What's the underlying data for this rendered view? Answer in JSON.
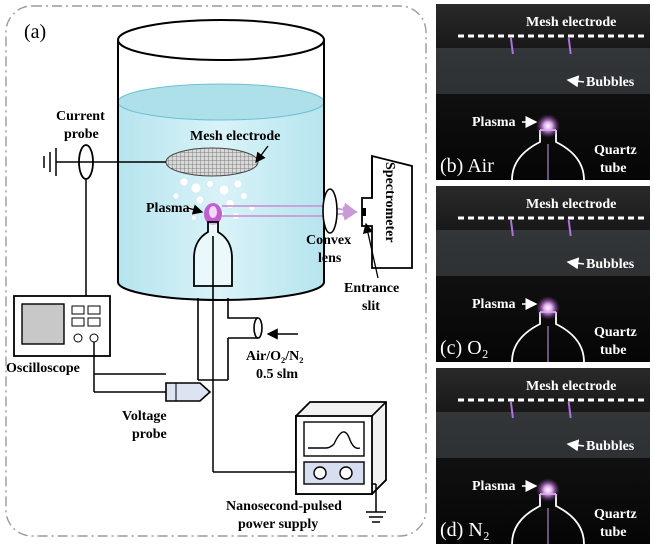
{
  "panel_a": {
    "label": "(a)",
    "labels": {
      "current_probe": [
        "Current",
        "probe"
      ],
      "mesh_electrode": "Mesh electrode",
      "plasma": "Plasma",
      "convex_lens": [
        "Convex",
        "lens"
      ],
      "spectrometer": "Spectrometer",
      "entrance_slit": [
        "Entrance",
        "slit"
      ],
      "oscilloscope": "Oscilloscope",
      "gas_flow": [
        "Air/O₂/N₂",
        "0.5 slm"
      ],
      "voltage_probe": [
        "Voltage",
        "probe"
      ],
      "power_supply": [
        "Nanosecond-pulsed",
        "power supply"
      ]
    }
  },
  "photos": [
    {
      "label": "(b) Air",
      "mesh_electrode": "Mesh electrode",
      "bubbles": "Bubbles",
      "plasma": "Plasma",
      "quartz_tube": [
        "Quartz",
        "tube"
      ]
    },
    {
      "label": "(c) O₂",
      "mesh_electrode": "Mesh electrode",
      "bubbles": "Bubbles",
      "plasma": "Plasma",
      "quartz_tube": [
        "Quartz",
        "tube"
      ]
    },
    {
      "label": "(d) N₂",
      "mesh_electrode": "Mesh electrode",
      "bubbles": "Bubbles",
      "plasma": "Plasma",
      "quartz_tube": [
        "Quartz",
        "tube"
      ]
    }
  ],
  "colors": {
    "water": "#c9ecf3",
    "water_edge": "#9fd6e3",
    "plasma": "#c060d0",
    "light_beam": "#c89ad8",
    "photo_bg": "#0d0d0d",
    "frame": "#9a9a9a"
  }
}
